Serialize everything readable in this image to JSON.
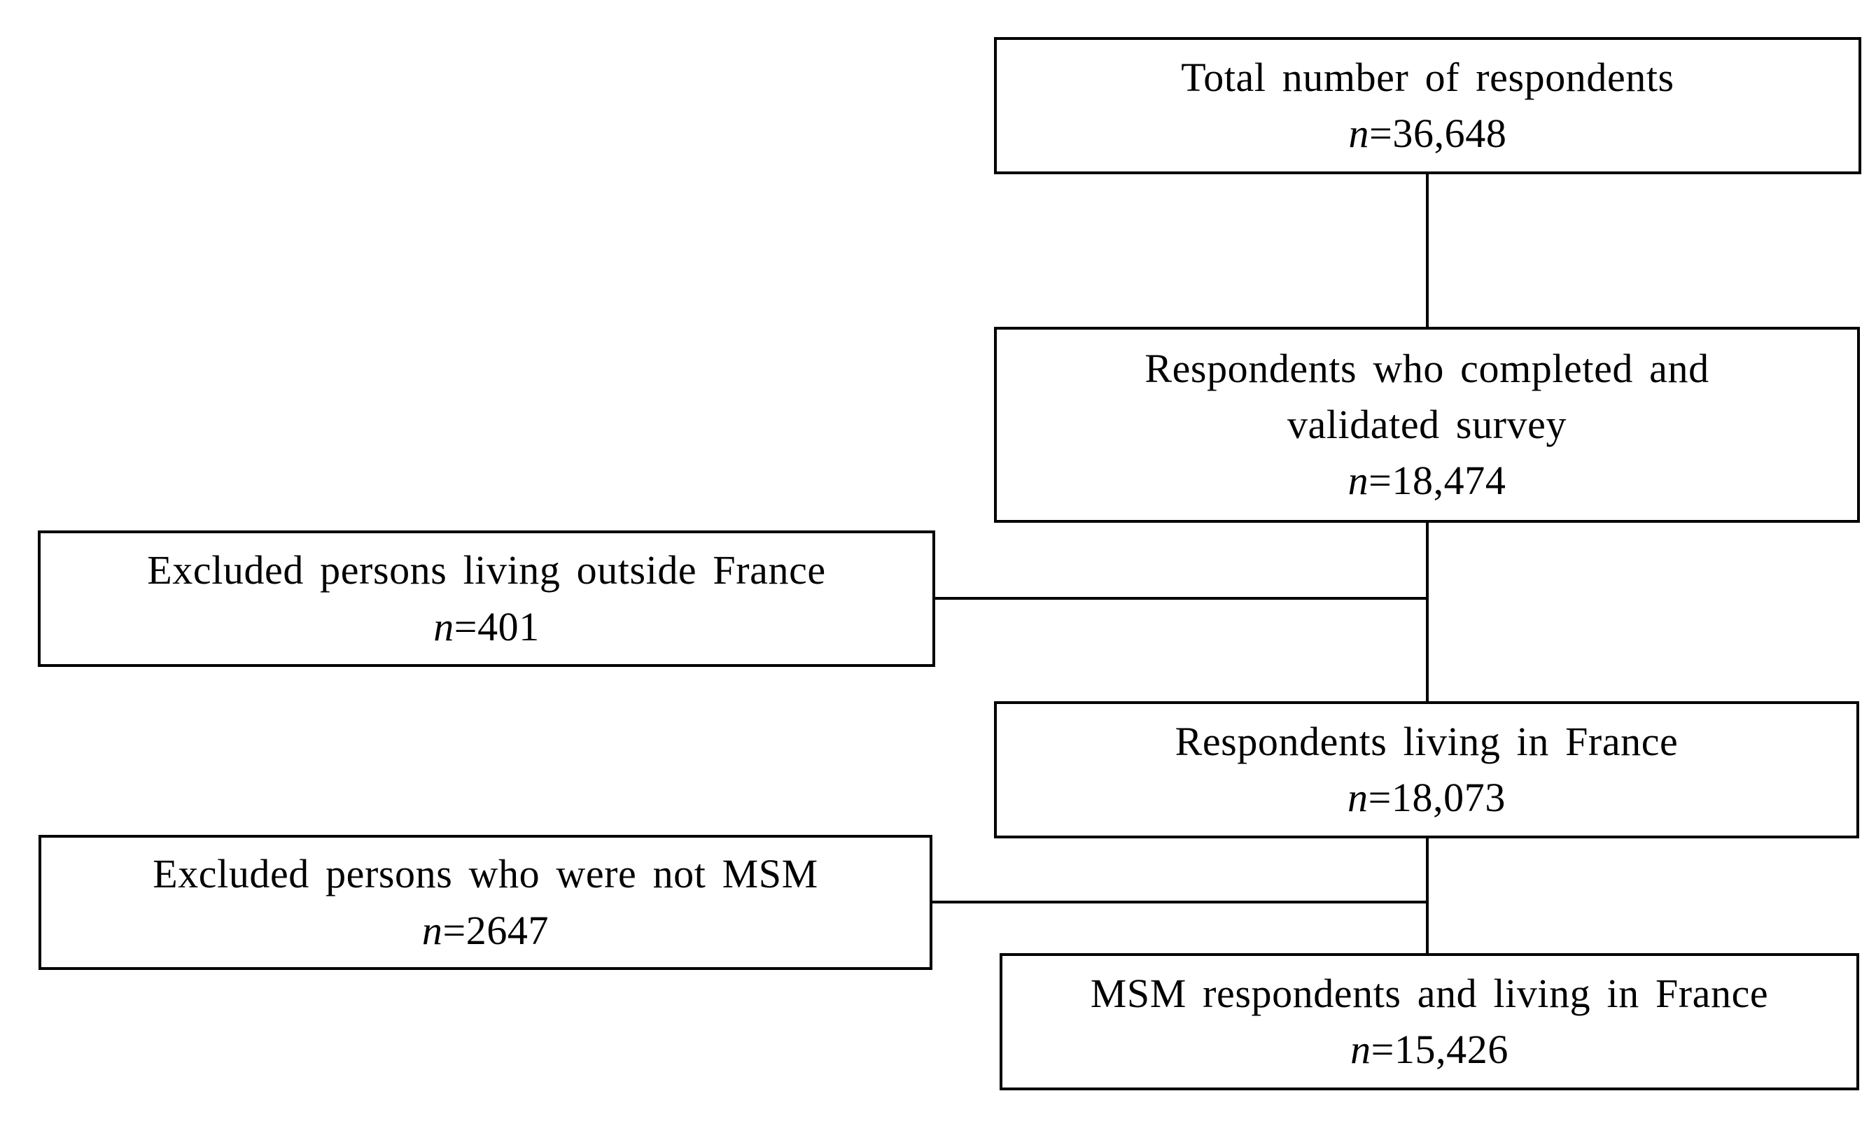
{
  "diagram": {
    "type": "flowchart",
    "colors": {
      "background": "#ffffff",
      "line": "#000000",
      "text": "#000000"
    },
    "boxes": [
      {
        "id": "total",
        "line1": "Total number of respondents",
        "n_label": "n",
        "n_value": "=36,648"
      },
      {
        "id": "completed",
        "line1": "Respondents who completed and",
        "line2": "validated survey",
        "n_label": "n",
        "n_value": "=18,474"
      },
      {
        "id": "excluded-france",
        "line1": "Excluded persons living outside France",
        "n_label": "n",
        "n_value": "=401"
      },
      {
        "id": "living-france",
        "line1": "Respondents living in France",
        "n_label": "n",
        "n_value": "=18,073"
      },
      {
        "id": "excluded-msm",
        "line1": "Excluded persons who were not MSM",
        "n_label": "n",
        "n_value": "=2647"
      },
      {
        "id": "msm-france",
        "line1": "MSM respondents and living in France",
        "n_label": "n",
        "n_value": "=15,426"
      }
    ]
  }
}
